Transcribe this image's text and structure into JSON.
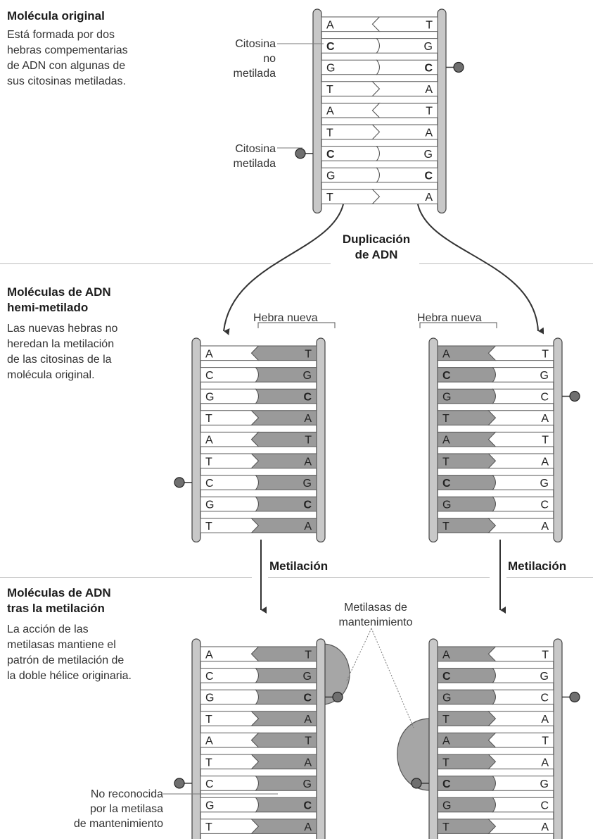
{
  "sections": {
    "original": {
      "title": "Molécula original",
      "text": [
        "Está formada por dos",
        "hebras compementarias",
        "de ADN con algunas de",
        "sus citosinas metiladas."
      ]
    },
    "hemi": {
      "title": [
        "Moléculas de ADN",
        "hemi-metilado"
      ],
      "text": [
        "Las nuevas hebras no",
        "heredan la metilación",
        "de las citosinas de la",
        "molécula original."
      ]
    },
    "after": {
      "title": [
        "Moléculas de ADN",
        "tras la metilación"
      ],
      "text": [
        "La acción de las",
        "metilasas mantiene el",
        "patrón de metilación de",
        "la doble hélice originaria."
      ]
    }
  },
  "labels": {
    "cytosine_unmethylated": [
      "Citosina",
      "no metilada"
    ],
    "cytosine_methylated": [
      "Citosina",
      "metilada"
    ],
    "duplication": [
      "Duplicación",
      "de ADN"
    ],
    "new_strand": "Hebra nueva",
    "methylation": "Metilación",
    "maintenance_methylases": [
      "Metilasas de",
      "mantenimiento"
    ],
    "not_recognized": [
      "No reconocida",
      "por la metilasa",
      "de mantenimiento"
    ]
  },
  "sequence": {
    "left_strand": [
      "A",
      "C",
      "G",
      "T",
      "A",
      "T",
      "C",
      "G",
      "T"
    ],
    "right_strand": [
      "T",
      "G",
      "C",
      "A",
      "T",
      "A",
      "G",
      "C",
      "A"
    ]
  },
  "molecules": [
    {
      "id": "original",
      "methyl_left_rows": [
        6
      ],
      "methyl_right_rows": [
        2
      ],
      "new_strand": "none",
      "bold_left": [
        1,
        6
      ],
      "bold_right": [
        2,
        7
      ]
    },
    {
      "id": "hemi-left",
      "methyl_left_rows": [
        6
      ],
      "methyl_right_rows": [],
      "new_strand": "right",
      "bold_left": [],
      "bold_right": [
        2,
        7
      ]
    },
    {
      "id": "hemi-right",
      "methyl_left_rows": [],
      "methyl_right_rows": [
        2
      ],
      "new_strand": "left",
      "bold_left": [
        1,
        6
      ],
      "bold_right": []
    },
    {
      "id": "final-left",
      "methyl_left_rows": [
        6
      ],
      "methyl_right_rows": [
        2
      ],
      "new_strand": "right",
      "bold_left": [],
      "bold_right": [
        2,
        7
      ]
    },
    {
      "id": "final-right",
      "methyl_left_rows": [
        6
      ],
      "methyl_right_rows": [
        2
      ],
      "new_strand": "left",
      "bold_left": [
        1,
        6
      ],
      "bold_right": []
    }
  ],
  "colors": {
    "new_strand_fill": "#9a9a9a",
    "old_strand_fill": "#ffffff",
    "rail": "#c8c8c8",
    "methyl_group": "#6f6f6f",
    "enzyme": "#a6a6a6"
  }
}
